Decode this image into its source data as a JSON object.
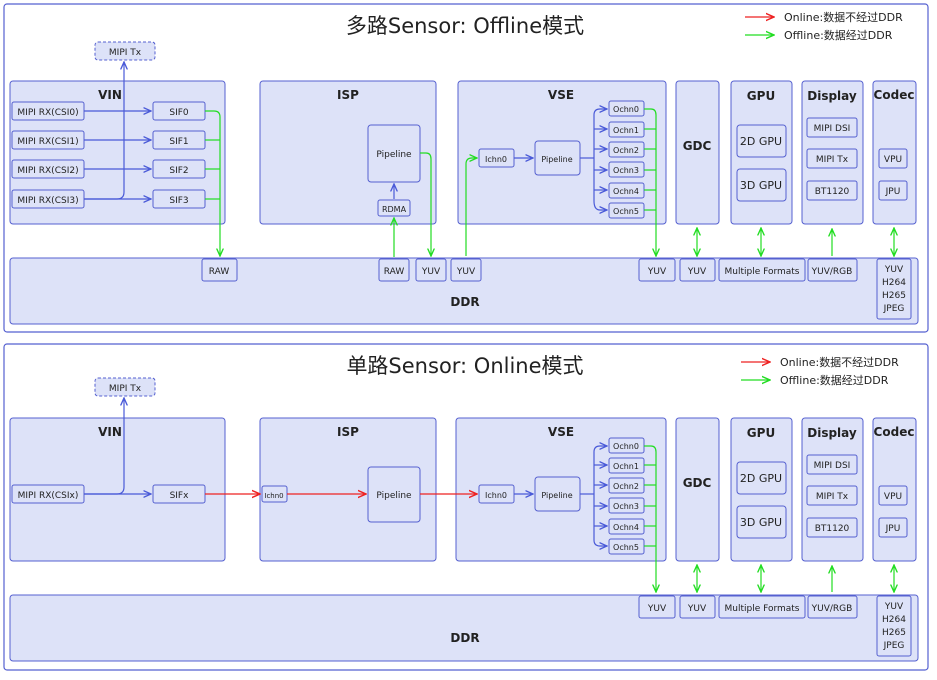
{
  "colors": {
    "box_fill": "#dde2f8",
    "box_stroke": "#5560d0",
    "blue_line": "#4a5ad8",
    "offline_green": "#22dd22",
    "online_red": "#ee2222"
  },
  "legend": {
    "online": "Online:数据不经过DDR",
    "offline": "Offline:数据经过DDR"
  },
  "top": {
    "title": "多路Sensor: Offline模式",
    "mipi_tx": "MIPI Tx",
    "vin": {
      "title": "VIN",
      "inputs": [
        "MIPI RX(CSI0)",
        "MIPI RX(CSI1)",
        "MIPI RX(CSI2)",
        "MIPI RX(CSI3)"
      ],
      "sifs": [
        "SIF0",
        "SIF1",
        "SIF2",
        "SIF3"
      ]
    },
    "isp": {
      "title": "ISP",
      "pipeline": "Pipeline",
      "rdma": "RDMA"
    },
    "vse": {
      "title": "VSE",
      "ichn": "Ichn0",
      "pipeline": "Pipeline",
      "ochn": [
        "Ochn0",
        "Ochn1",
        "Ochn2",
        "Ochn3",
        "Ochn4",
        "Ochn5"
      ]
    },
    "gdc": "GDC",
    "gpu": {
      "title": "GPU",
      "items": [
        "2D GPU",
        "3D GPU"
      ]
    },
    "display": {
      "title": "Display",
      "items": [
        "MIPI DSI",
        "MIPI Tx",
        "BT1120"
      ]
    },
    "codec": {
      "title": "Codec",
      "items": [
        "VPU",
        "JPU"
      ]
    },
    "ddr": {
      "label": "DDR",
      "ports": {
        "raw1": "RAW",
        "raw2": "RAW",
        "yuv_isp": "YUV",
        "yuv_vse_in": "YUV",
        "yuv_vse_out": "YUV",
        "yuv_gdc": "YUV",
        "gpu_formats": "Multiple Formats",
        "disp": "YUV/RGB",
        "codec": [
          "YUV",
          "H264",
          "H265",
          "JPEG"
        ]
      }
    }
  },
  "bottom": {
    "title": "单路Sensor: Online模式",
    "mipi_tx": "MIPI Tx",
    "vin": {
      "title": "VIN",
      "input": "MIPI RX(CSIx)",
      "sif": "SIFx"
    },
    "isp": {
      "title": "ISP",
      "ichn": "Ichn0",
      "pipeline": "Pipeline"
    },
    "vse": {
      "title": "VSE",
      "ichn": "Ichn0",
      "pipeline": "Pipeline",
      "ochn": [
        "Ochn0",
        "Ochn1",
        "Ochn2",
        "Ochn3",
        "Ochn4",
        "Ochn5"
      ]
    },
    "gdc": "GDC",
    "gpu": {
      "title": "GPU",
      "items": [
        "2D GPU",
        "3D GPU"
      ]
    },
    "display": {
      "title": "Display",
      "items": [
        "MIPI DSI",
        "MIPI Tx",
        "BT1120"
      ]
    },
    "codec": {
      "title": "Codec",
      "items": [
        "VPU",
        "JPU"
      ]
    },
    "ddr": {
      "label": "DDR",
      "ports": {
        "yuv_vse_out": "YUV",
        "yuv_gdc": "YUV",
        "gpu_formats": "Multiple Formats",
        "disp": "YUV/RGB",
        "codec": [
          "YUV",
          "H264",
          "H265",
          "JPEG"
        ]
      }
    }
  }
}
